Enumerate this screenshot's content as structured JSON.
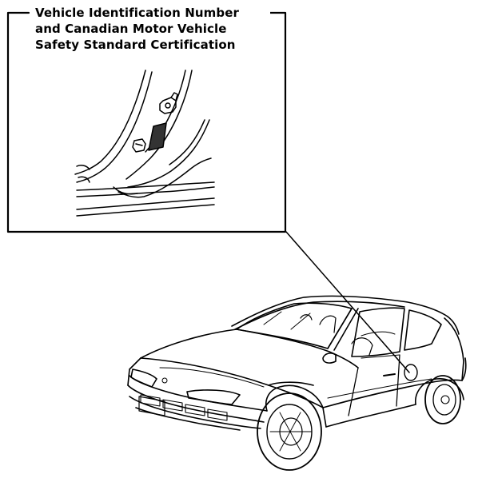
{
  "caption": {
    "line1": "Vehicle Identification Number",
    "line2": "and Canadian Motor Vehicle",
    "line3": "Safety Standard Certification"
  },
  "colors": {
    "ink": "#000000",
    "paper": "#ffffff",
    "label_fill": "#333333"
  },
  "icons": [
    "vin-label-plate",
    "door-striker",
    "door-hinge"
  ]
}
